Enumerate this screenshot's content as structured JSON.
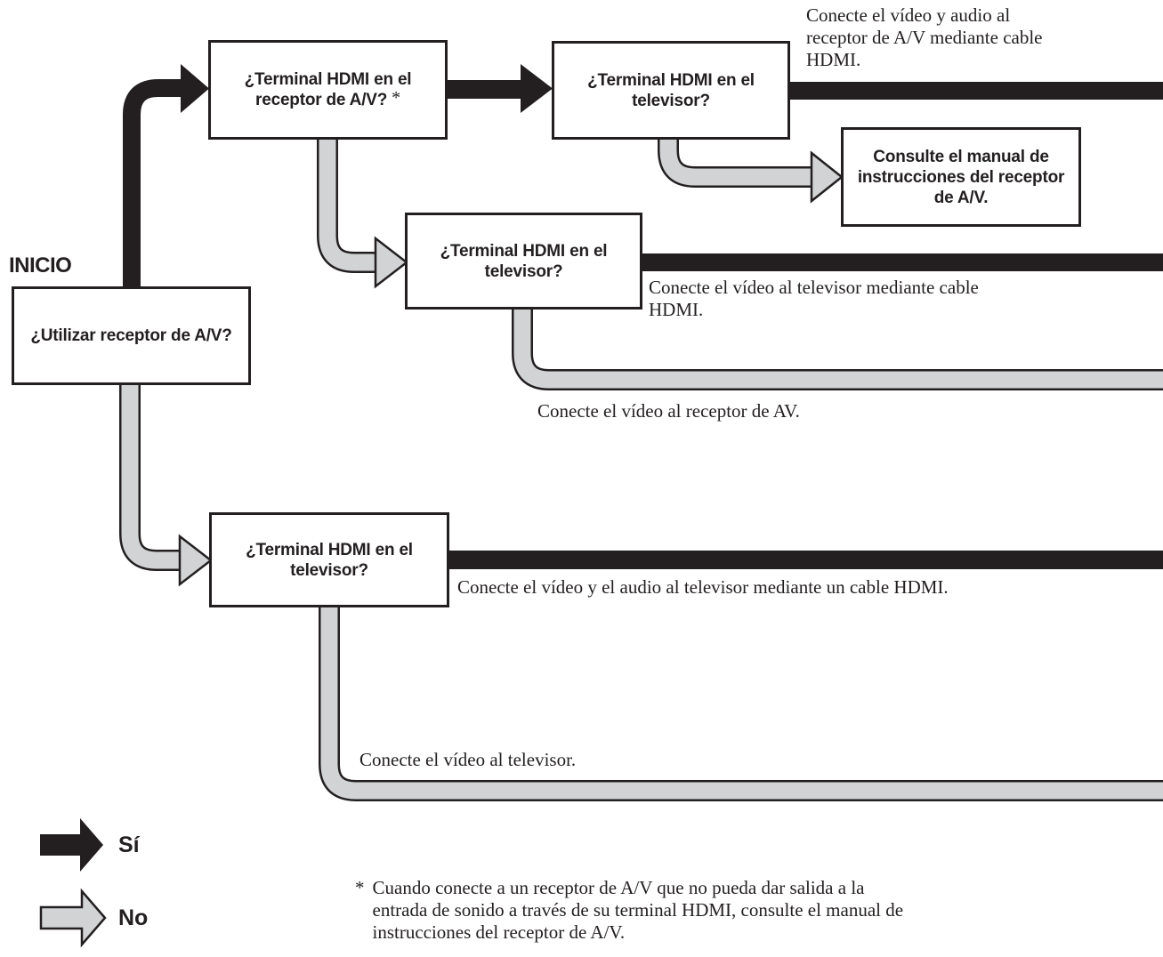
{
  "diagram": {
    "start_label": "INICIO",
    "boxes": {
      "receptor": {
        "label": "¿Terminal HDMI en el\nreceptor de A/V?",
        "marker": "*"
      },
      "tv_top": {
        "label": "¿Terminal HDMI en el\ntelevisor?"
      },
      "consulte": {
        "label": "Consulte el manual de\ninstrucciones del receptor\nde A/V."
      },
      "utilizar": {
        "label": "¿Utilizar receptor de A/V?"
      },
      "tv_mid": {
        "label": "¿Terminal HDMI en el\ntelevisor?"
      },
      "tv_bottom": {
        "label": "¿Terminal HDMI en el\ntelevisor?"
      }
    },
    "annotations": {
      "hdmi_receiver": "Conecte el vídeo y audio al\nreceptor de A/V mediante cable\nHDMI.",
      "hdmi_tv_video": "Conecte el vídeo al televisor mediante cable\nHDMI.",
      "video_receiver": "Conecte el vídeo al receptor de AV.",
      "hdmi_tv_av": "Conecte el vídeo y el audio al televisor mediante un cable HDMI.",
      "video_tv": "Conecte el vídeo al televisor."
    },
    "legend": {
      "yes_label": "Sí",
      "no_label": "No",
      "yes_color": "#231f20",
      "no_color": "#d1d3d4"
    },
    "footnote": {
      "marker": "*",
      "text": "Cuando conecte a un receptor de A/V que no pueda dar salida a la\nentrada de sonido a través de su terminal HDMI, consulte el manual de\ninstrucciones del receptor de A/V."
    }
  }
}
